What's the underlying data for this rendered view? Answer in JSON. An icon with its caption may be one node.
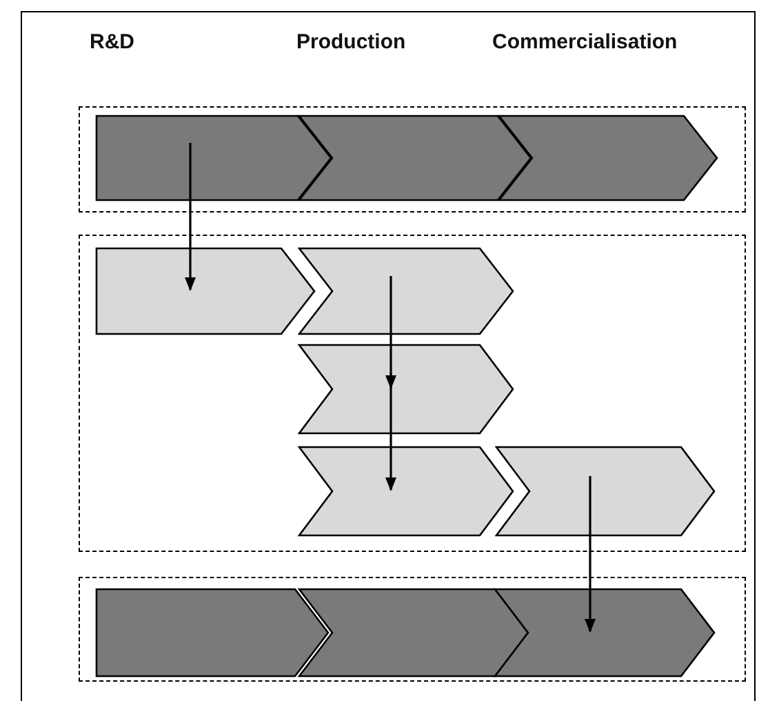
{
  "diagram": {
    "nodes": [
      {
        "text": [],
        "shape": "box"
      },
      {
        "text": [],
        "shape": "pentagon",
        "in": 0
      },
      {
        "text": [],
        "shape": "chevron",
        "in": 0
      },
      {
        "text": [],
        "shape": "chevron",
        "in": 0
      },
      {
        "text": [],
        "shape": "box"
      },
      {
        "text": [],
        "shape": "pentagon",
        "in": 4
      },
      {
        "text": [],
        "shape": "chevron",
        "in": 4
      },
      {
        "text": [],
        "shape": "chevron",
        "in": 4
      },
      {
        "text": [],
        "shape": "chevron",
        "in": 4
      },
      {
        "text": [],
        "shape": "chevron",
        "in": 4
      },
      {
        "text": [],
        "shape": "box"
      },
      {
        "text": [],
        "shape": "pentagon",
        "in": 10
      },
      {
        "text": [],
        "shape": "chevron",
        "in": 10
      },
      {
        "text": [],
        "shape": "chevron",
        "in": 10
      }
    ],
    "edges": [
      {
        "from": 1,
        "to": 5,
        "arrow": "to"
      },
      {
        "from": 6,
        "to": 7,
        "arrow": "to"
      },
      {
        "from": 7,
        "to": 8,
        "arrow": "to"
      },
      {
        "from": 9,
        "to": 13,
        "arrow": "to"
      }
    ],
    "labels": [
      "R&D",
      "Production",
      "Commercialisation"
    ]
  }
}
